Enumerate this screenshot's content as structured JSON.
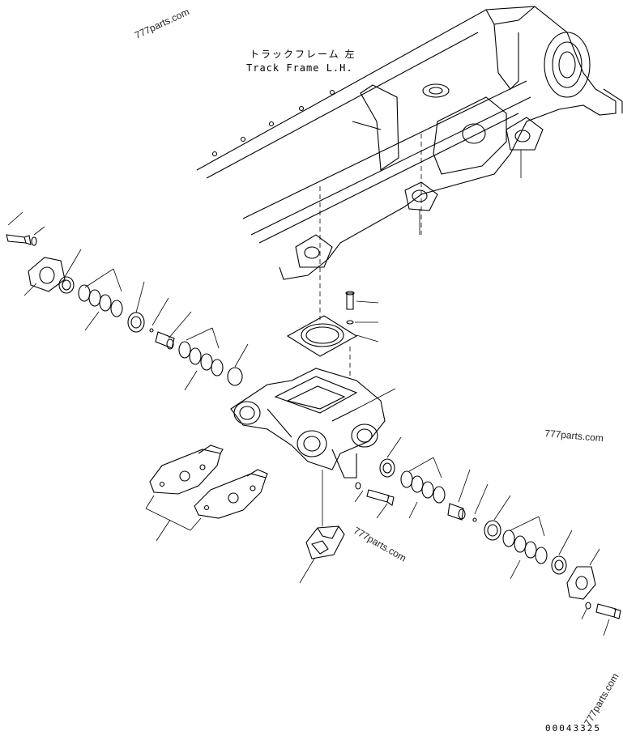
{
  "diagram": {
    "title_japanese": "トラックフレーム 左",
    "title_english": "Track Frame L.H.",
    "watermarks": [
      "777parts.com",
      "777parts.com",
      "777parts.com",
      "777parts.com"
    ],
    "drawing_number": "00043325"
  }
}
